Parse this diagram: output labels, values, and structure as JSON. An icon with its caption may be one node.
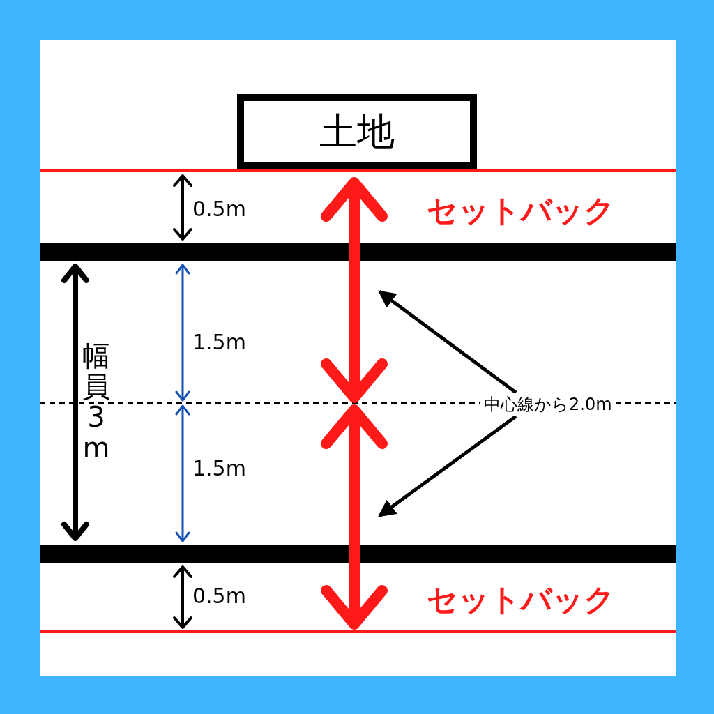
{
  "diagram": {
    "nodes": [
      {
        "text": [
          "土地"
        ]
      },
      {
        "text": [
          "中心線から2.0m"
        ]
      }
    ],
    "edges": [
      {
        "from": 1,
        "to": null,
        "arrow": "to"
      },
      {
        "from": 1,
        "to": null,
        "arrow": "to"
      }
    ],
    "labels": [
      "0.5m",
      "セットバック",
      "幅員3m",
      "1.5m",
      "1.5m",
      "0.5m",
      "セットバック"
    ]
  }
}
